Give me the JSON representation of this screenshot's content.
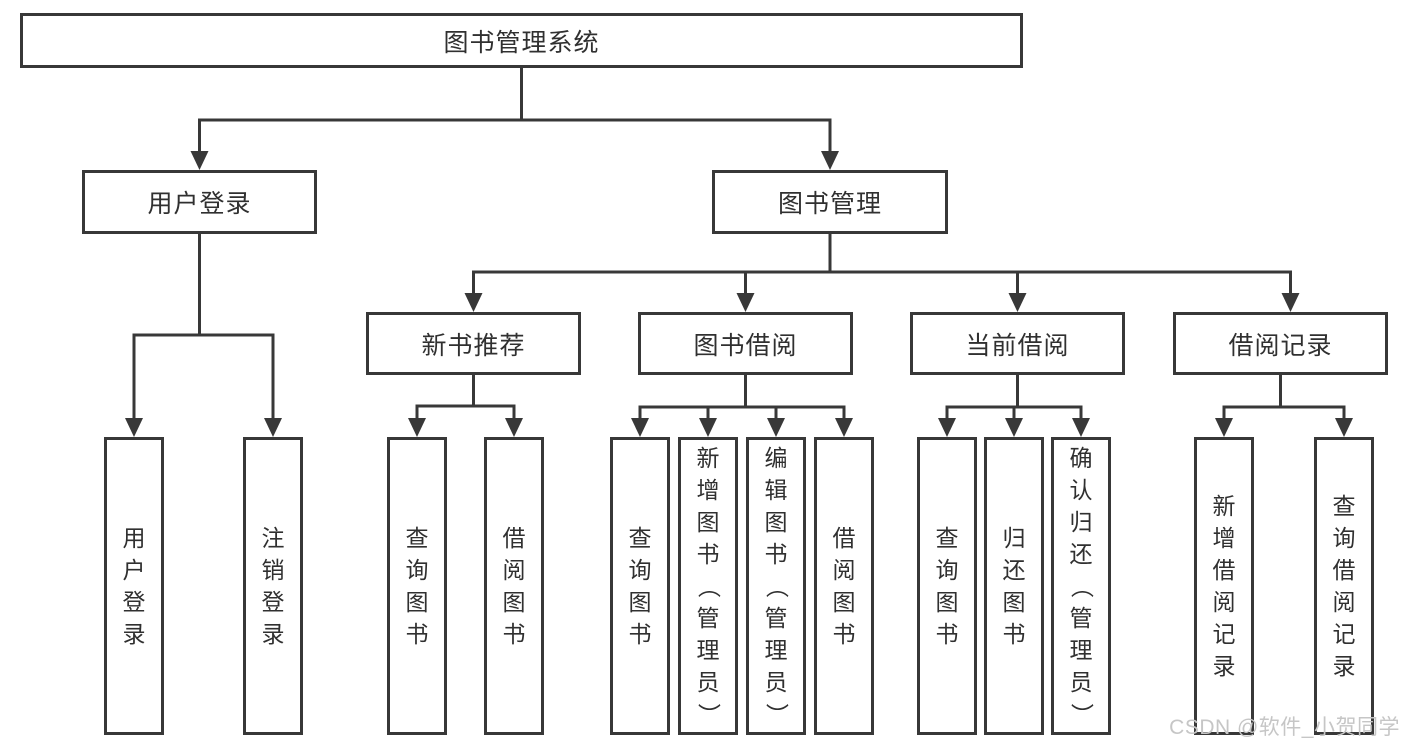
{
  "diagram": {
    "root": {
      "label": "图书管理系统"
    },
    "branches": [
      {
        "label": "用户登录",
        "children": [
          {
            "label": "用户登录"
          },
          {
            "label": "注销登录"
          }
        ]
      },
      {
        "label": "图书管理",
        "children": [
          {
            "label": "新书推荐",
            "children": [
              {
                "label": "查询图书"
              },
              {
                "label": "借阅图书"
              }
            ]
          },
          {
            "label": "图书借阅",
            "children": [
              {
                "label": "查询图书"
              },
              {
                "label": "新增图书（管理员）"
              },
              {
                "label": "编辑图书（管理员）"
              },
              {
                "label": "借阅图书"
              }
            ]
          },
          {
            "label": "当前借阅",
            "children": [
              {
                "label": "查询图书"
              },
              {
                "label": "归还图书"
              },
              {
                "label": "确认归还（管理员）"
              }
            ]
          },
          {
            "label": "借阅记录",
            "children": [
              {
                "label": "新增借阅记录"
              },
              {
                "label": "查询借阅记录"
              }
            ]
          }
        ]
      }
    ]
  },
  "watermark": {
    "text": "CSDN @软件_小贺同学"
  },
  "colors": {
    "line": "#383838",
    "box_border": "#383838",
    "text": "#303030",
    "background": "#ffffff",
    "watermark_text": "#c6c6c6"
  }
}
